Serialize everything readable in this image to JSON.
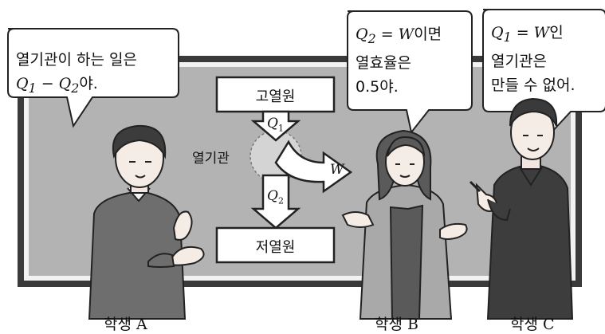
{
  "diagram": {
    "hot_reservoir": "고열원",
    "cold_reservoir": "저열원",
    "engine_label": "열기관",
    "q1": "Q",
    "q1_sub": "1",
    "q2": "Q",
    "q2_sub": "2",
    "work": "W"
  },
  "bubbles": {
    "a": {
      "line1": "열기관이 하는 일은",
      "q1": "Q",
      "q1_sub": "1",
      "minus": " − ",
      "q2": "Q",
      "q2_sub": "2",
      "tail": "야."
    },
    "b": {
      "q2": "Q",
      "q2_sub": "2",
      "eq": " = ",
      "w": "W",
      "line1_tail": "이면",
      "line2": "열효율은",
      "line3": "0.5야."
    },
    "c": {
      "q1": "Q",
      "q1_sub": "1",
      "eq": " = ",
      "w": "W",
      "line1_tail": "인",
      "line2": "열기관은",
      "line3": "만들 수 없어."
    }
  },
  "students": {
    "a": {
      "prefix": "학생",
      "letter": "A"
    },
    "b": {
      "prefix": "학생",
      "letter": "B"
    },
    "c": {
      "prefix": "학생",
      "letter": "C"
    }
  }
}
